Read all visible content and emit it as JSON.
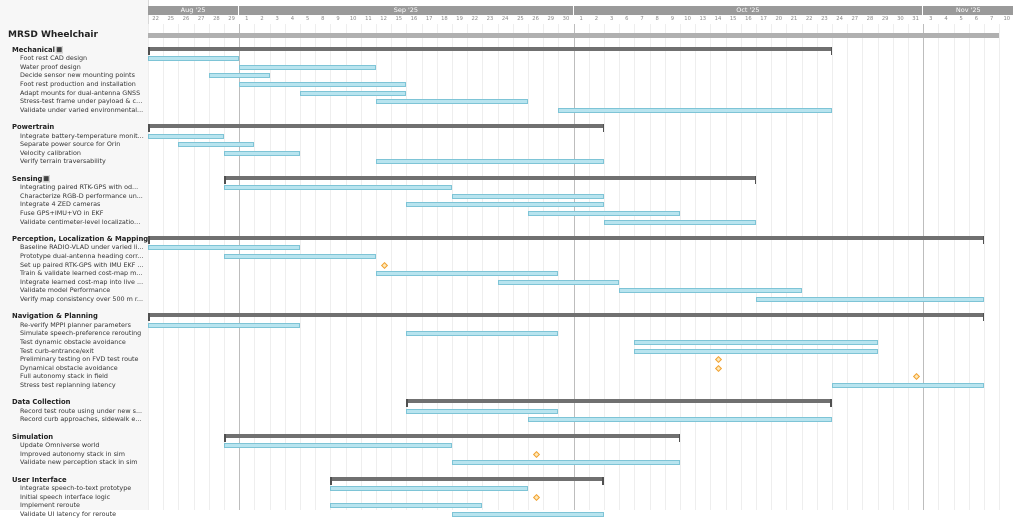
{
  "project": {
    "title": "MRSD Wheelchair"
  },
  "timeline": {
    "months": [
      {
        "label": "Aug '25",
        "start": 0,
        "days": 10
      },
      {
        "label": "Sep '25",
        "start": 10,
        "days": 30
      },
      {
        "label": "Oct '25",
        "start": 40,
        "days": 31
      },
      {
        "label": "Nov '25",
        "start": 71,
        "days": 10
      }
    ],
    "days": [
      "22",
      "25",
      "26",
      "27",
      "28",
      "29",
      "1",
      "2",
      "3",
      "4",
      "5",
      "8",
      "9",
      "10",
      "11",
      "12",
      "15",
      "16",
      "17",
      "18",
      "19",
      "22",
      "23",
      "24",
      "25",
      "26",
      "29",
      "30",
      "1",
      "2",
      "3",
      "6",
      "7",
      "8",
      "9",
      "10",
      "13",
      "14",
      "15",
      "16",
      "17",
      "20",
      "21",
      "22",
      "23",
      "24",
      "27",
      "28",
      "29",
      "30",
      "31",
      "3",
      "4",
      "5",
      "6",
      "7",
      "10"
    ]
  },
  "rows": [
    {
      "type": "project",
      "bar": [
        0,
        56
      ]
    },
    {
      "type": "group",
      "label": "Mechanical🔳",
      "bar": [
        0,
        45
      ]
    },
    {
      "type": "task",
      "label": "Foot rest CAD design",
      "bar": [
        0,
        6
      ]
    },
    {
      "type": "task",
      "label": "Water proof design",
      "bar": [
        6,
        15
      ]
    },
    {
      "type": "task",
      "label": "Decide sensor new mounting points",
      "bar": [
        4,
        8
      ]
    },
    {
      "type": "task",
      "label": "Foot rest production and installation",
      "bar": [
        6,
        17
      ]
    },
    {
      "type": "task",
      "label": "Adapt mounts for dual-antenna GNSS",
      "bar": [
        10,
        17
      ]
    },
    {
      "type": "task",
      "label": "Stress-test frame under payload & cu...",
      "bar": [
        15,
        25
      ]
    },
    {
      "type": "task",
      "label": "Validate under varied environmental...",
      "bar": [
        27,
        45
      ]
    },
    {
      "type": "gap"
    },
    {
      "type": "group",
      "label": "Powertrain",
      "bar": [
        0,
        30
      ]
    },
    {
      "type": "task",
      "label": "Integrate battery-temperature monit...",
      "bar": [
        0,
        5
      ]
    },
    {
      "type": "task",
      "label": "Separate power source for Orin",
      "bar": [
        2,
        7
      ]
    },
    {
      "type": "task",
      "label": "Velocity calibration",
      "bar": [
        5,
        10
      ]
    },
    {
      "type": "task",
      "label": "Verify terrain traversability",
      "bar": [
        15,
        30
      ]
    },
    {
      "type": "gap"
    },
    {
      "type": "group",
      "label": "Sensing🔳",
      "bar": [
        5,
        40
      ]
    },
    {
      "type": "task",
      "label": "Integrating paired RTK-GPS with od...",
      "bar": [
        5,
        20
      ]
    },
    {
      "type": "task",
      "label": "Characterize RGB-D performance un...",
      "bar": [
        20,
        30
      ]
    },
    {
      "type": "task",
      "label": "Integrate 4 ZED cameras",
      "bar": [
        17,
        30
      ]
    },
    {
      "type": "task",
      "label": "Fuse GPS+IMU+VO in EKF",
      "bar": [
        25,
        35
      ]
    },
    {
      "type": "task",
      "label": "Validate centimeter-level localization...",
      "bar": [
        30,
        40
      ]
    },
    {
      "type": "gap"
    },
    {
      "type": "group",
      "label": "Perception, Localization & Mapping",
      "bar": [
        0,
        55
      ]
    },
    {
      "type": "task",
      "label": "Baseline RADIO-VLAD under varied li...",
      "bar": [
        0,
        10
      ]
    },
    {
      "type": "task",
      "label": "Prototype dual-antenna heading corr...",
      "bar": [
        5,
        15
      ]
    },
    {
      "type": "task",
      "label": "Set up paired RTK-GPS with IMU EKF ...",
      "milestone": 15.5
    },
    {
      "type": "task",
      "label": "Train & validate learned cost-map m...",
      "bar": [
        15,
        27
      ]
    },
    {
      "type": "task",
      "label": "Integrate learned cost-map into live ...",
      "bar": [
        23,
        31
      ]
    },
    {
      "type": "task",
      "label": "Validate model Performance",
      "bar": [
        31,
        43
      ]
    },
    {
      "type": "task",
      "label": "Verify map consistency over 500 m r...",
      "bar": [
        40,
        55
      ]
    },
    {
      "type": "gap"
    },
    {
      "type": "group",
      "label": "Navigation & Planning",
      "bar": [
        0,
        55
      ]
    },
    {
      "type": "task",
      "label": "Re-verify MPPI planner parameters",
      "bar": [
        0,
        10
      ]
    },
    {
      "type": "task",
      "label": "Simulate speech-preference rerouting",
      "bar": [
        17,
        27
      ]
    },
    {
      "type": "task",
      "label": "Test dynamic obstacle avoidance",
      "bar": [
        32,
        48
      ]
    },
    {
      "type": "task",
      "label": "Test curb-entrance/exit",
      "bar": [
        32,
        48
      ]
    },
    {
      "type": "task",
      "label": "Preliminary testing on FVD test route",
      "milestone": 37.5
    },
    {
      "type": "task",
      "label": "Dynamical obstacle avoidance",
      "milestone": 37.5
    },
    {
      "type": "task",
      "label": "Full autonomy stack in field",
      "milestone": 50.5
    },
    {
      "type": "task",
      "label": "Stress test replanning latency",
      "bar": [
        45,
        55
      ]
    },
    {
      "type": "gap"
    },
    {
      "type": "group",
      "label": "Data Collection",
      "bar": [
        17,
        45
      ]
    },
    {
      "type": "task",
      "label": "Record test route using under new s...",
      "bar": [
        17,
        27
      ]
    },
    {
      "type": "task",
      "label": "Record curb approaches, sidewalk en...",
      "bar": [
        25,
        45
      ]
    },
    {
      "type": "gap"
    },
    {
      "type": "group",
      "label": "Simulation",
      "bar": [
        5,
        35
      ]
    },
    {
      "type": "task",
      "label": "Update Omniverse world",
      "bar": [
        5,
        20
      ]
    },
    {
      "type": "task",
      "label": "Improved autonomy stack in sim",
      "milestone": 25.5
    },
    {
      "type": "task",
      "label": "Validate new perception stack in sim",
      "bar": [
        20,
        35
      ]
    },
    {
      "type": "gap"
    },
    {
      "type": "group",
      "label": "User Interface",
      "bar": [
        12,
        30
      ]
    },
    {
      "type": "task",
      "label": "Integrate speech-to-text prototype",
      "bar": [
        12,
        25
      ]
    },
    {
      "type": "task",
      "label": "Initial speech interface logic",
      "milestone": 25.5
    },
    {
      "type": "task",
      "label": "Implement reroute",
      "bar": [
        12,
        22
      ]
    },
    {
      "type": "task",
      "label": "Validate UI latency for reroute",
      "bar": [
        20,
        30
      ]
    }
  ],
  "colors": {
    "task_bar": "#b8e4ef",
    "summary_bar": "#707070",
    "milestone": "#f0a030"
  }
}
